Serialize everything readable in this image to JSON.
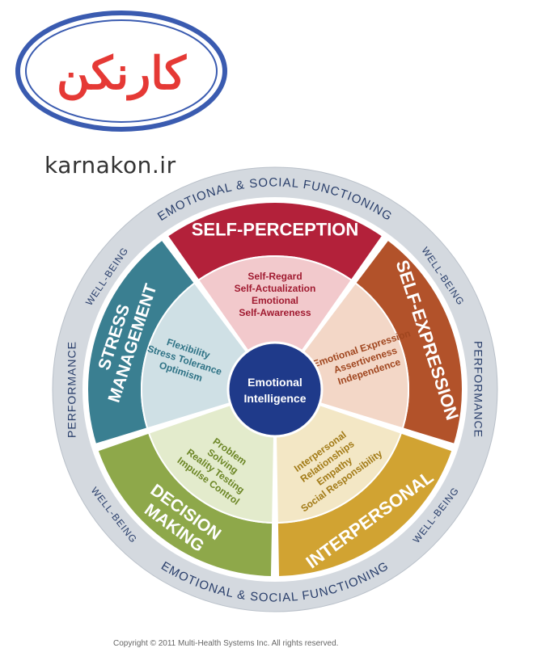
{
  "logo": {
    "brand_text": "کارنکن",
    "website": "karnakon.ir"
  },
  "diagram": {
    "center_label": [
      "Emotional",
      "Intelligence"
    ],
    "outer_ring": {
      "top": "EMOTIONAL & SOCIAL FUNCTIONING",
      "bottom": "EMOTIONAL & SOCIAL FUNCTIONING",
      "left": "PERFORMANCE",
      "right": "PERFORMANCE",
      "well_being": "WELL-BEING"
    },
    "composites": [
      {
        "name": "SELF-PERCEPTION",
        "subscales": [
          "Self-Regard",
          "Self-Actualization",
          "Emotional",
          "Self-Awareness"
        ],
        "color": "#b3213a",
        "inner_color": "#f2c9cc",
        "text_color": "#a01a30"
      },
      {
        "name": "SELF-EXPRESSION",
        "subscales": [
          "Emotional Expression",
          "Assertiveness",
          "Independence"
        ],
        "color": "#b2522a",
        "inner_color": "#f3d7c7",
        "text_color": "#a0461f"
      },
      {
        "name": "INTERPERSONAL",
        "subscales": [
          "Interpersonal",
          "Relationships",
          "Empathy",
          "Social Responsibility"
        ],
        "color": "#d1a332",
        "inner_color": "#f3e7c5",
        "text_color": "#a27a16"
      },
      {
        "name": "DECISION MAKING",
        "name_lines": [
          "DECISION",
          "MAKING"
        ],
        "subscales": [
          "Problem",
          "Solving",
          "Reality Testing",
          "Impulse Control"
        ],
        "color": "#8ea84a",
        "inner_color": "#e3ebcc",
        "text_color": "#6c8626"
      },
      {
        "name": "STRESS MANAGEMENT",
        "name_lines": [
          "STRESS",
          "MANAGEMENT"
        ],
        "subscales": [
          "Flexibility",
          "Stress Tolerance",
          "Optimism"
        ],
        "color": "#3a7f91",
        "inner_color": "#cfe0e5",
        "text_color": "#2f7386"
      }
    ],
    "colors": {
      "ring": "#d4d9df",
      "ring_text": "#2a3f6b",
      "center": "#1f3a8a",
      "logo_ring": "#3a5bb0",
      "logo_text": "#e53935",
      "logo_accent": "#2b3a8f"
    }
  },
  "footer": {
    "copyright": "Copyright © 2011 Multi-Health Systems Inc. All rights reserved."
  }
}
